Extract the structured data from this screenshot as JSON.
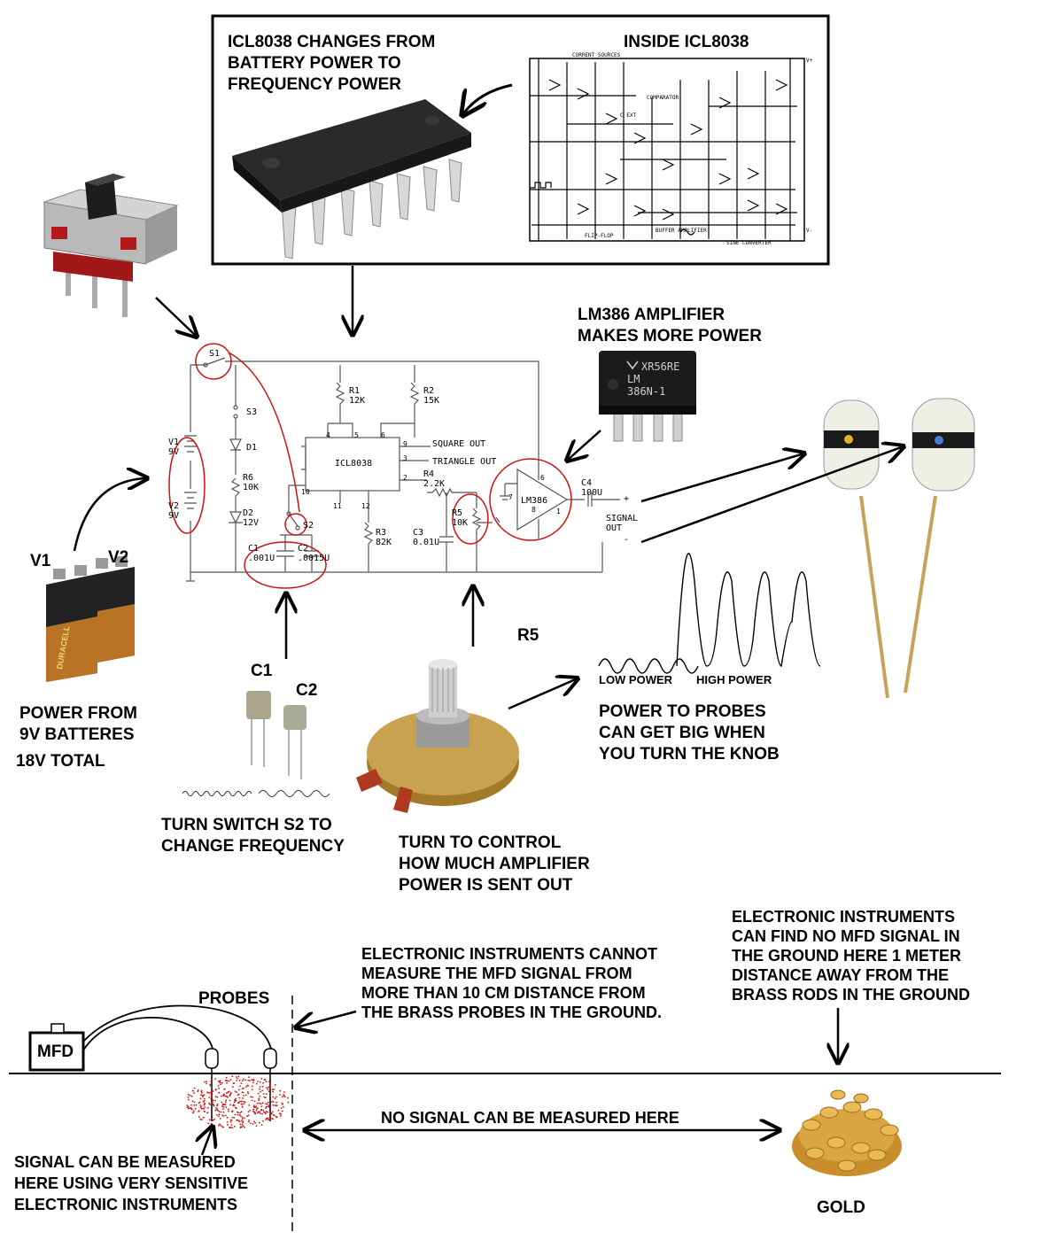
{
  "top_box": {
    "chip_caption": "ICL8038 CHANGES FROM\nBATTERY POWER TO\nFREQUENCY POWER",
    "inside_title": "INSIDE ICL8038",
    "schem_labels": {
      "current_sources": "CURRENT SOURCES",
      "comparator": "COMPARATOR",
      "flip_flop": "FLIP-FLOP",
      "buffer_amp": "BUFFER AMPLIFIER",
      "sine_converter": "SINE CONVERTER",
      "vplus": "V+",
      "vminus": "V-",
      "cext": "C EXT"
    }
  },
  "lm386": {
    "caption": "LM386 AMPLIFIER\nMAKES MORE POWER",
    "chip_text1": "XR56RE",
    "chip_text2": "LM",
    "chip_text3": "386N-1"
  },
  "batteries": {
    "v1": "V1",
    "v2": "V2",
    "caption1": "POWER FROM\n9V BATTERES",
    "caption2": "18V TOTAL",
    "brand": "DURACELL"
  },
  "circuit": {
    "s1": "S1",
    "s3": "S3",
    "d1": "D1",
    "v1": "V1\n9V",
    "v2": "V2\n9V",
    "r6": "R6\n10K",
    "d2": "D2\n12V",
    "r1": "R1\n12K",
    "r2": "R2\n15K",
    "ic": "ICL8038",
    "square_out": "SQUARE OUT",
    "triangle_out": "TRIANGLE OUT",
    "r4": "R4\n2.2K",
    "r5": "R5\n10K",
    "r3": "R3\n82K",
    "c3": "C3\n0.01U",
    "c1": "C1\n.001U",
    "c2": "C2\n.0015U",
    "s2": "S2",
    "amp": "LM386",
    "c4": "C4\n100U",
    "signal_out": "SIGNAL\nOUT",
    "plus": "+",
    "minus": "-",
    "pins": [
      "4",
      "5",
      "6",
      "9",
      "3",
      "2",
      "10",
      "11",
      "12",
      "7",
      "8",
      "1"
    ]
  },
  "caps_section": {
    "c1": "C1",
    "c2": "C2",
    "caption": "TURN SWITCH S2 TO\nCHANGE FREQUENCY"
  },
  "pot_section": {
    "r5": "R5",
    "caption": "TURN TO CONTROL\nHOW MUCH AMPLIFIER\nPOWER IS SENT OUT"
  },
  "waves": {
    "low": "LOW POWER",
    "high": "HIGH POWER",
    "caption": "POWER TO PROBES\nCAN GET BIG WHEN\nYOU TURN THE KNOB"
  },
  "bottom": {
    "probes": "PROBES",
    "mfd": "MFD",
    "cannot_measure": "ELECTRONIC INSTRUMENTS CANNOT\nMEASURE THE MFD SIGNAL FROM\nMORE THAN 10 CM DISTANCE FROM\nTHE BRASS PROBES IN THE GROUND.",
    "can_find_no": "ELECTRONIC INSTRUMENTS\nCAN FIND NO MFD SIGNAL IN\nTHE GROUND HERE 1 METER\nDISTANCE AWAY FROM THE\nBRASS RODS IN THE GROUND",
    "no_signal": "NO SIGNAL CAN BE MEASURED HERE",
    "signal_can": "SIGNAL CAN BE MEASURED\nHERE USING VERY SENSITIVE\nELECTRONIC INSTRUMENTS",
    "gold": "GOLD"
  },
  "colors": {
    "red_circle": "#d01010",
    "chip_body": "#1c1c1c",
    "pin_silver": "#c8c8c8",
    "probe_white": "#efefe8",
    "brass": "#c9a25a",
    "gold": "#d9a441",
    "dots_red": "#cc1111"
  }
}
